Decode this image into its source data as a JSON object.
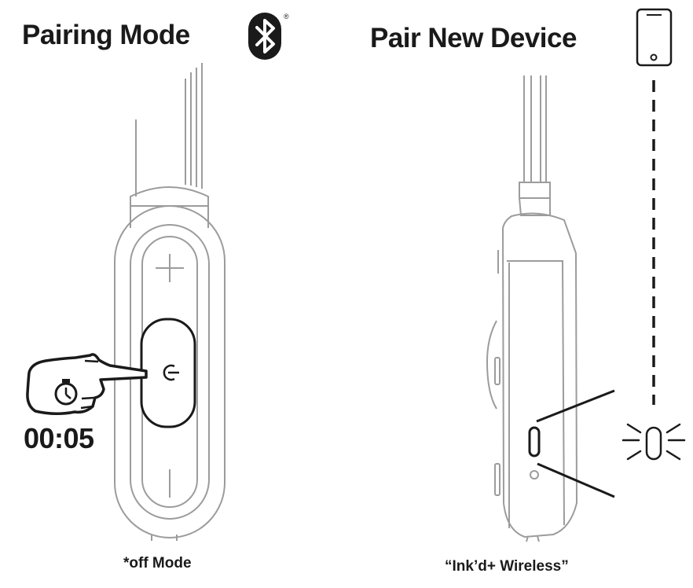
{
  "pairing": {
    "title": "Pairing Mode",
    "timer": "00:05",
    "caption": "*off Mode",
    "trademark": "®"
  },
  "pair_new": {
    "title": "Pair New Device",
    "caption": "“Ink’d+ Wireless”"
  },
  "colors": {
    "ink": "#1a1a1a",
    "device_outline": "#9c9c9c",
    "background": "#ffffff"
  },
  "icons": {
    "bluetooth": "bluetooth-icon",
    "phone": "smartphone-icon",
    "press": "pressing-hand-icon",
    "stopwatch": "stopwatch-icon",
    "power": "power-icon",
    "led": "blinking-led-icon"
  }
}
